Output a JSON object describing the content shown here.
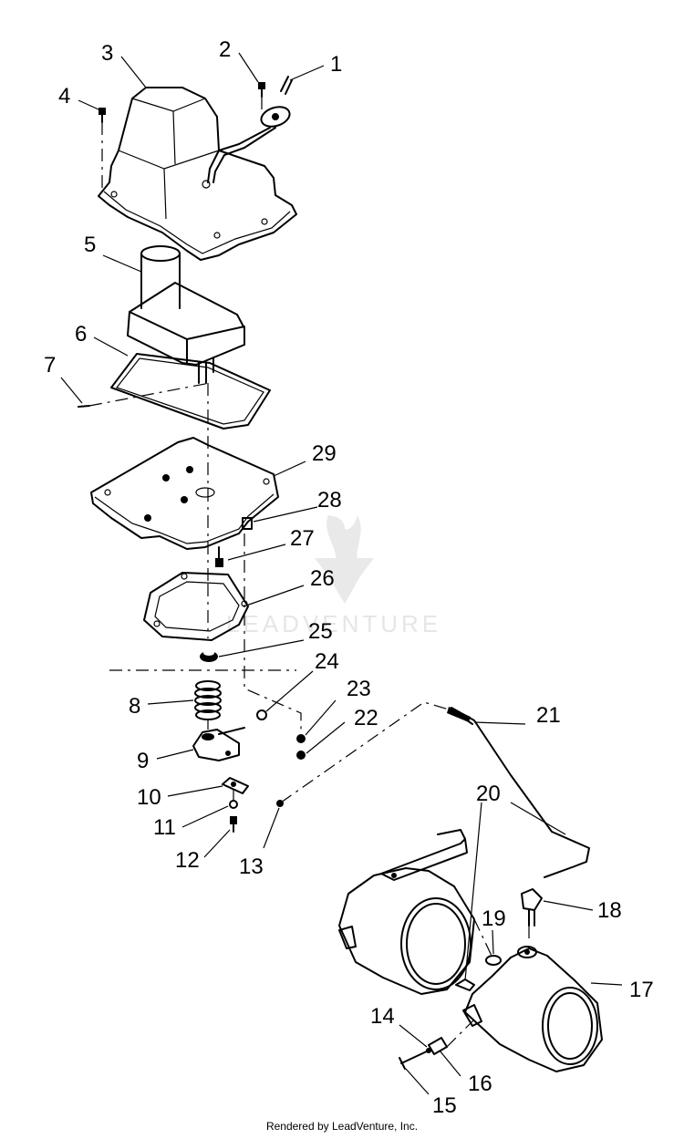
{
  "diagram": {
    "callouts": [
      "1",
      "2",
      "3",
      "4",
      "5",
      "6",
      "7",
      "8",
      "9",
      "10",
      "11",
      "12",
      "13",
      "14",
      "15",
      "16",
      "17",
      "18",
      "19",
      "20",
      "21",
      "22",
      "23",
      "24",
      "25",
      "26",
      "27",
      "28",
      "29"
    ],
    "watermark_text": "LEADVENTURE"
  },
  "footer": {
    "text": "Rendered by LeadVenture, Inc."
  }
}
